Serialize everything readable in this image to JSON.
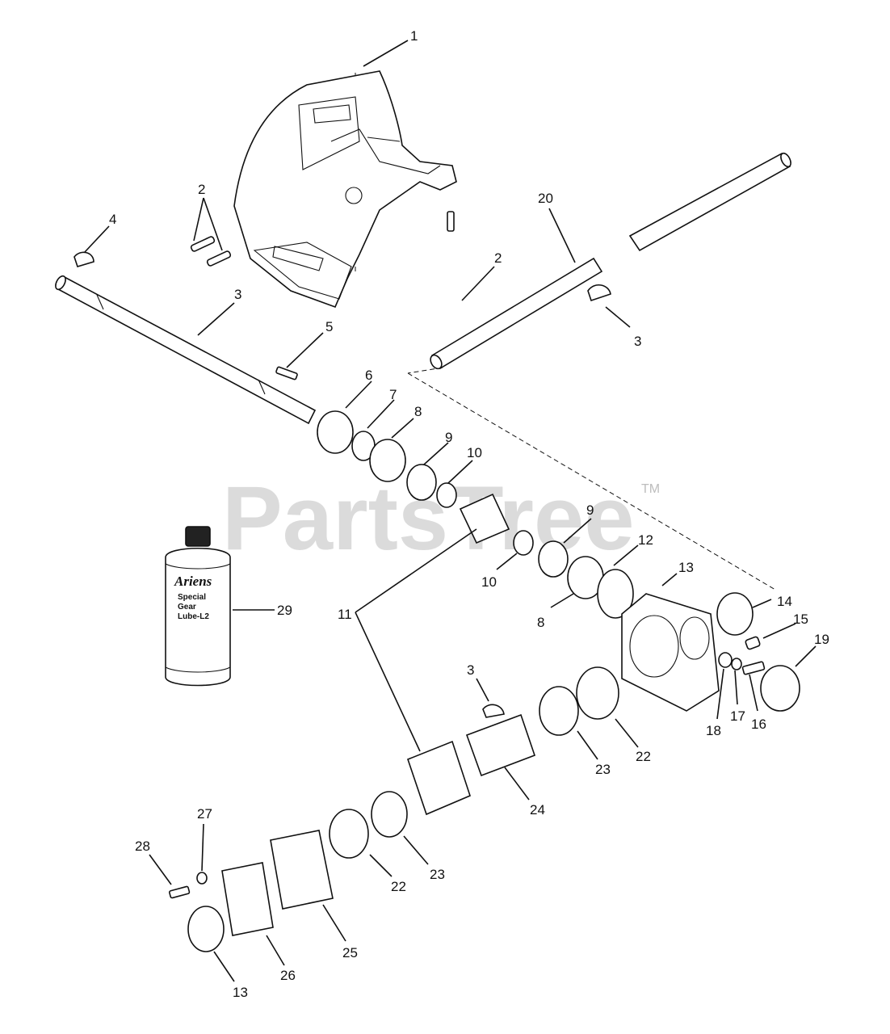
{
  "watermark": {
    "text": "PartsTree",
    "trademark": "TM"
  },
  "bottle": {
    "brand": "Ariens",
    "line1": "Special",
    "line2": "Gear",
    "line3": "Lube-L2"
  },
  "callouts": {
    "c1": "1",
    "c2a": "2",
    "c2b": "2",
    "c3a": "3",
    "c3b": "3",
    "c3c": "3",
    "c4": "4",
    "c5": "5",
    "c6": "6",
    "c7": "7",
    "c8a": "8",
    "c8b": "8",
    "c9a": "9",
    "c9b": "9",
    "c10a": "10",
    "c10b": "10",
    "c11": "11",
    "c12": "12",
    "c13a": "13",
    "c13b": "13",
    "c14": "14",
    "c15": "15",
    "c16": "16",
    "c17": "17",
    "c18": "18",
    "c19": "19",
    "c20": "20",
    "c22a": "22",
    "c22b": "22",
    "c23a": "23",
    "c23b": "23",
    "c24": "24",
    "c25": "25",
    "c26": "26",
    "c27": "27",
    "c28": "28",
    "c29": "29"
  }
}
